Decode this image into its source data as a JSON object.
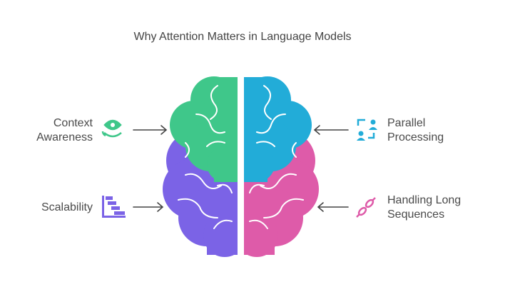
{
  "title": "Why Attention Matters in Language Models",
  "items": [
    {
      "line1": "Context",
      "line2": "Awareness",
      "icon": "eye-cycle-icon",
      "color": "#3fc78a"
    },
    {
      "line1": "Scalability",
      "line2": "",
      "icon": "bar-stack-icon",
      "color": "#7b63e6"
    },
    {
      "line1": "Parallel",
      "line2": "Processing",
      "icon": "people-exchange-icon",
      "color": "#22acd8"
    },
    {
      "line1": "Handling Long",
      "line2": "Sequences",
      "icon": "chain-link-icon",
      "color": "#de5ba9"
    }
  ]
}
